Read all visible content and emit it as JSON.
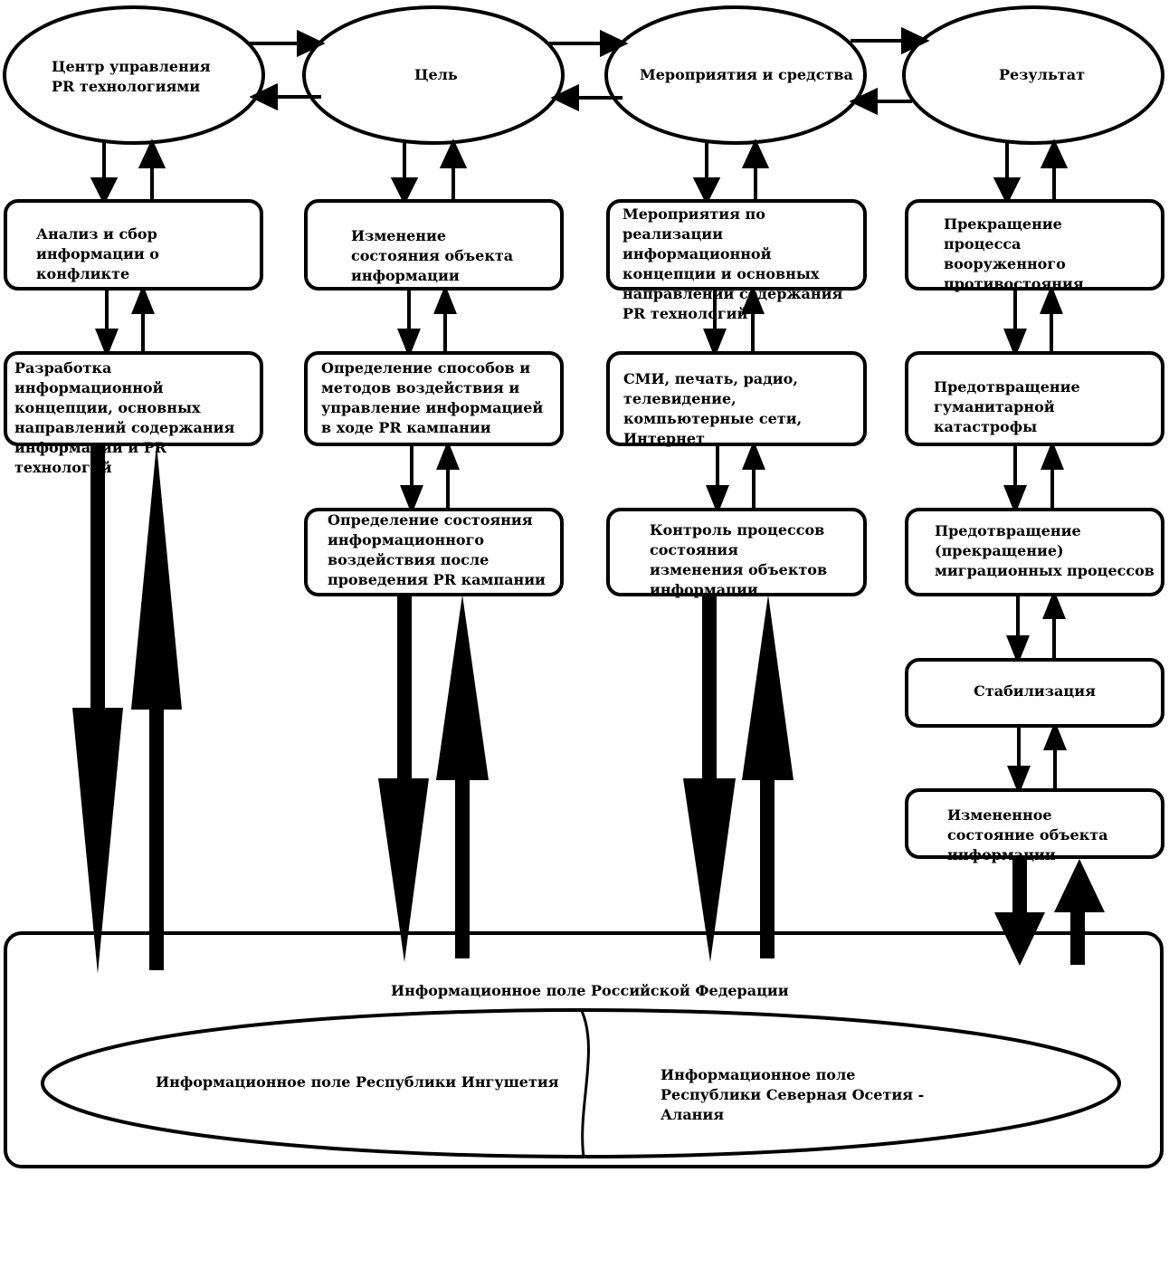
{
  "colors": {
    "ink": "#000000",
    "paper": "#ffffff"
  },
  "ellipses": {
    "center": "Центр управления PR технологиями",
    "goal": "Цель",
    "means": "Мероприятия и средства",
    "result": "Результат"
  },
  "column1": {
    "box1": "Анализ и сбор информации о конфликте",
    "box2": "Разработка информационной концепции, основных направлений содержания информации и PR технологий"
  },
  "column2": {
    "box1": "Изменение состояния объекта информации",
    "box2": "Определение способов и методов воздействия и управление информацией в ходе PR кампании",
    "box3": "Определение состояния информационного воздействия после проведения PR кампании"
  },
  "column3": {
    "box1": "Мероприятия по реализации информационной концепции и основных направлений содержания PR технологий",
    "box2": "СМИ, печать, радио, телевидение, компьютерные сети, Интернет",
    "box3": "Контроль процессов состояния изменения объектов информации"
  },
  "column4": {
    "box1": "Прекращение процесса вооруженного противостояния",
    "box2": "Предотвращение гуманитарной катастрофы",
    "box3": "Предотвращение (прекращение) миграционных процессов",
    "box4": "Стабилизация",
    "box5": "Измененное состояние объекта информации"
  },
  "field": {
    "russia": "Информационное поле Российской Федерации",
    "ingushetia": "Информационное поле Республики Ингушетия",
    "ossetia": "Информационное поле Республики Северная Осетия - Алания"
  }
}
